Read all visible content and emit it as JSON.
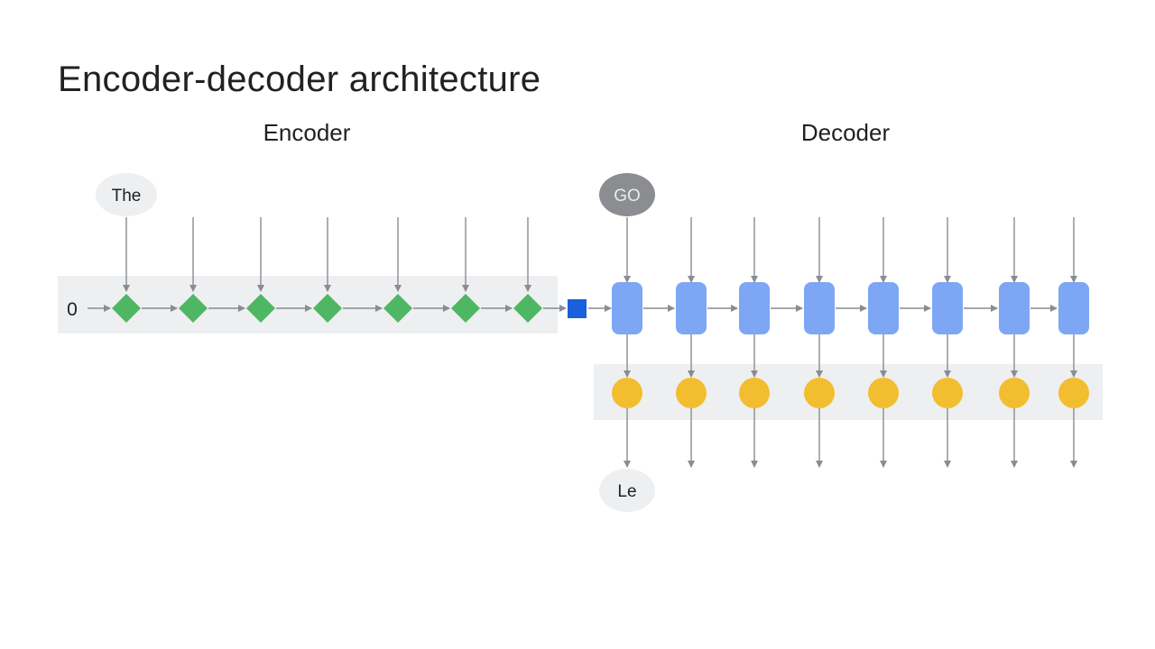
{
  "slide": {
    "title": "Encoder-decoder architecture"
  },
  "encoder": {
    "label": "Encoder",
    "initial_state": "0",
    "input_token": "The",
    "cell_count": 7,
    "cell_color": "#4fb763",
    "band_color": "#eeeff1"
  },
  "context_vector": {
    "color": "#1a5fdc"
  },
  "decoder": {
    "label": "Decoder",
    "start_token": "GO",
    "start_token_color": "#8b8d91",
    "output_token": "Le",
    "cell_count": 8,
    "cell_color": "#7da6f5",
    "output_color": "#f2be2f",
    "band_color": "#eeeff1"
  },
  "colors": {
    "arrow": "#8a8c90",
    "token_bubble": "#eeeff1",
    "text": "#202124"
  }
}
